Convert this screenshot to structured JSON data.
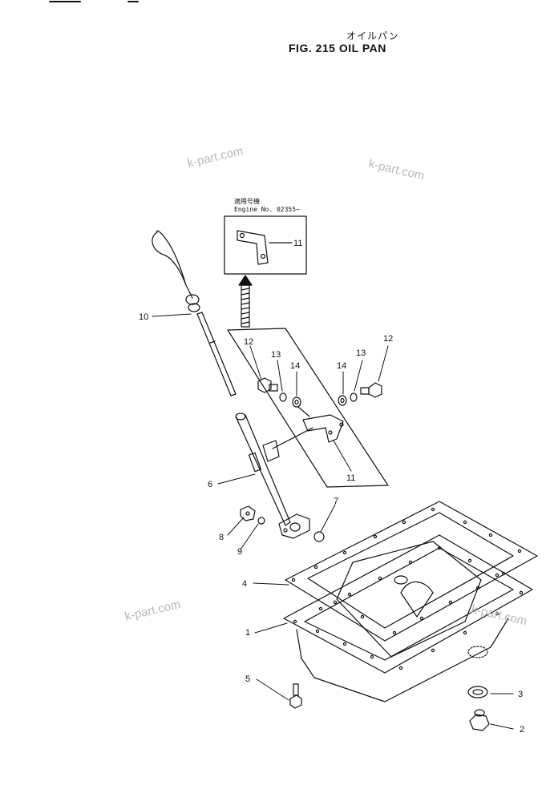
{
  "title": {
    "japanese": "オイルパン",
    "english": "FIG. 215 OIL PAN"
  },
  "inset": {
    "label_jp": "適用号機",
    "label_en": "Engine No. 02355~"
  },
  "watermarks": [
    "k-part.com",
    "k-part.com",
    "k-part.com",
    "k-part.com"
  ],
  "callouts": [
    "1",
    "2",
    "3",
    "4",
    "5",
    "6",
    "7",
    "8",
    "9",
    "10",
    "11",
    "11",
    "12",
    "12",
    "13",
    "13",
    "14",
    "14"
  ]
}
